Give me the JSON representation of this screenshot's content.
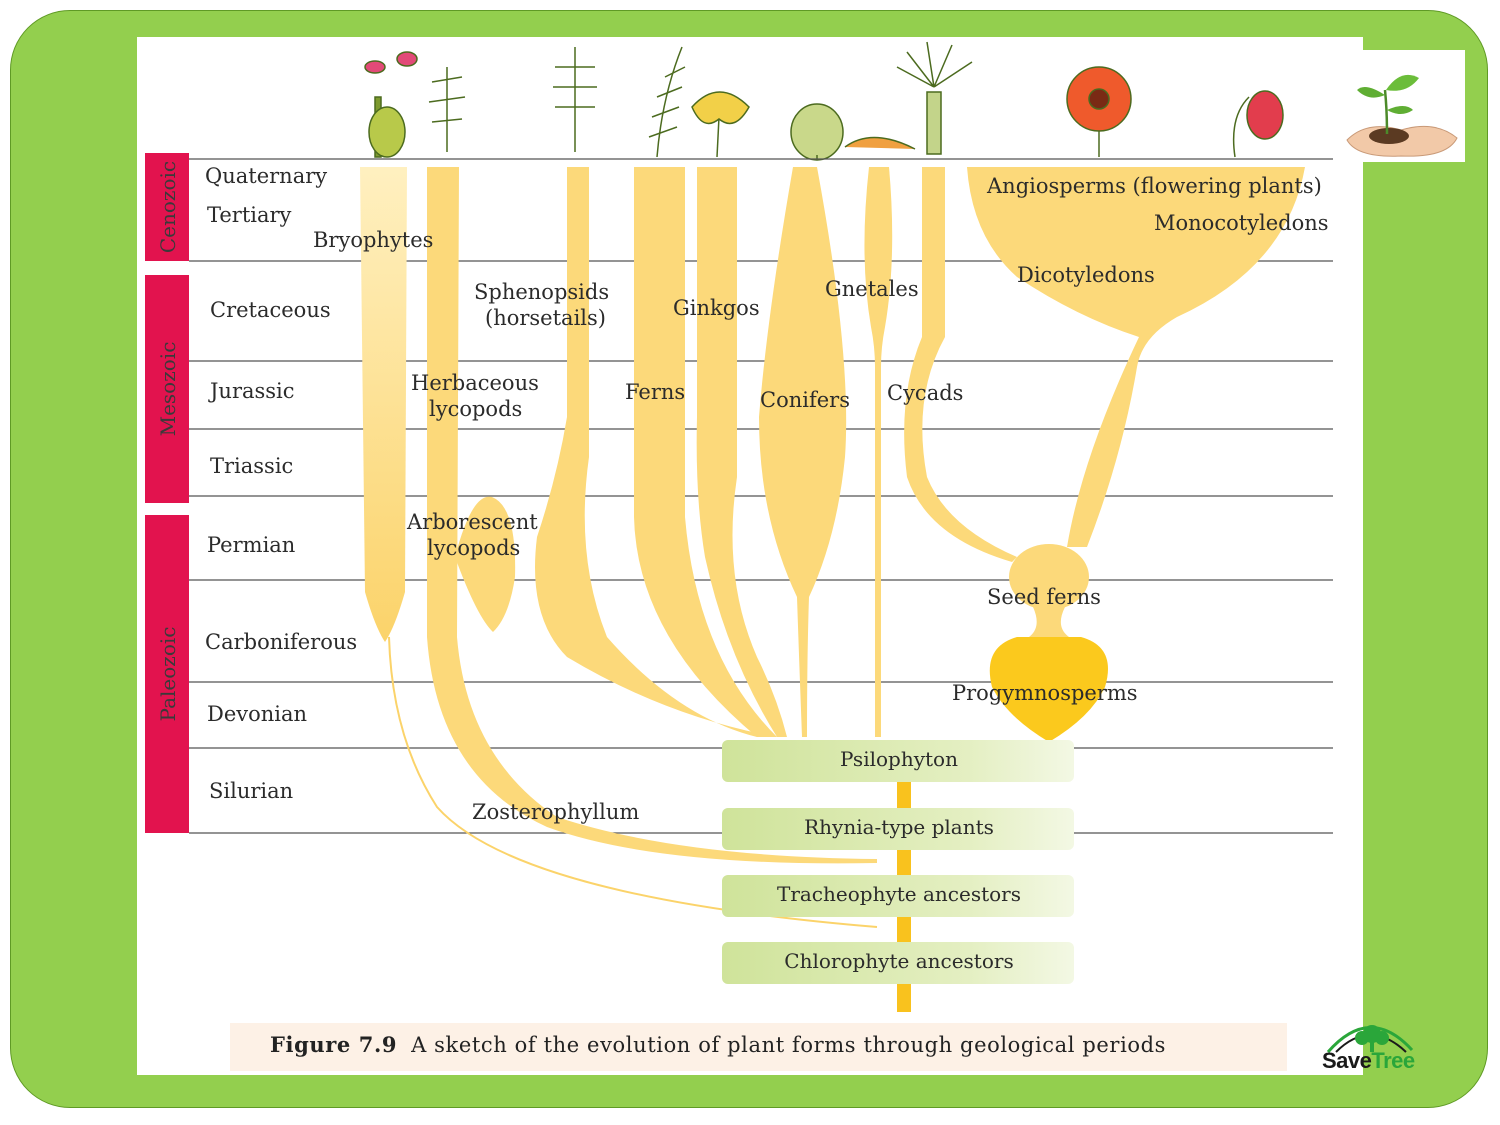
{
  "eras": [
    {
      "key": "cenozoic",
      "label": "Cenozoic",
      "color": "#e2134e"
    },
    {
      "key": "mesozoic",
      "label": "Mesozoic",
      "color": "#e2134e"
    },
    {
      "key": "paleozoic",
      "label": "Paleozoic",
      "color": "#e2134e"
    }
  ],
  "periods": [
    "Quaternary",
    "Tertiary",
    "Cretaceous",
    "Jurassic",
    "Triassic",
    "Permian",
    "Carboniferous",
    "Devonian",
    "Silurian"
  ],
  "taxa": {
    "bryophytes": "Bryophytes",
    "sphenopsids_1": "Sphenopsids",
    "sphenopsids_2": "(horsetails)",
    "herbaceous_1": "Herbaceous",
    "herbaceous_2": "lycopods",
    "arborescent_1": "Arborescent",
    "arborescent_2": "lycopods",
    "ginkgos": "Ginkgos",
    "ferns": "Ferns",
    "gnetales": "Gnetales",
    "conifers": "Conifers",
    "cycads": "Cycads",
    "angiosperms": "Angiosperms (flowering plants)",
    "monocotyledons": "Monocotyledons",
    "dicotyledons": "Dicotyledons",
    "seed_ferns": "Seed ferns",
    "progymnosperms": "Progymnosperms",
    "zosterophyllum": "Zosterophyllum"
  },
  "ancestor_boxes": [
    "Psilophyton",
    "Rhynia-type plants",
    "Tracheophyte ancestors",
    "Chlorophyte ancestors"
  ],
  "caption": {
    "figure_no": "Figure 7.9",
    "text": "A sketch of the evolution of plant forms through geological periods"
  },
  "logo": {
    "word1": "Save",
    "word2": "Tree"
  },
  "colors": {
    "frame": "#93cf4e",
    "lineage": "#fcd97a",
    "lineage_dark": "#f9c21e",
    "ancestor_box": "#d6e8a0",
    "era_bar": "#e2134e",
    "caption_bg": "#fdf1e6"
  },
  "icons": [
    "plant-illustrations-icon",
    "seedling-in-hands-icon",
    "tree-logo-icon"
  ]
}
